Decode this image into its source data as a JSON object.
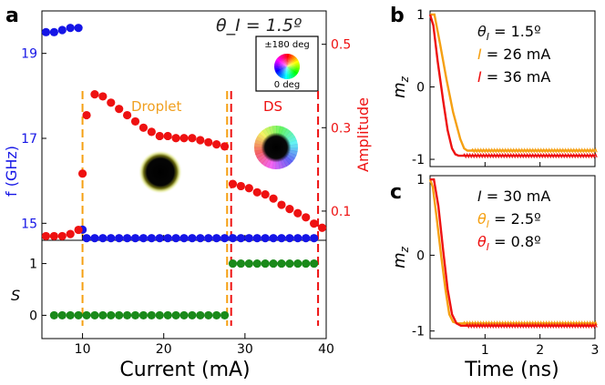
{
  "colors": {
    "blue": "#1515e6",
    "red": "#ee1111",
    "green": "#1a8a1a",
    "orange": "#f5a012",
    "droplet_label": "#f0a020",
    "ds_label": "#ee1111"
  },
  "chart_data": [
    {
      "id": "a",
      "type": "scatter",
      "panel_label": "a",
      "annotation_theta": "θ_I = 1.5º",
      "xlabel": "Current (mA)",
      "xlim": [
        5,
        40
      ],
      "xticks": [
        "10",
        "20",
        "30",
        "40"
      ],
      "left_axis": {
        "label": "f (GHz)",
        "ylim": [
          14.6,
          20.0
        ],
        "ticks": [
          "15",
          "17",
          "19"
        ]
      },
      "right_axis": {
        "label": "Amplitude",
        "ylim": [
          0.03,
          0.58
        ],
        "ticks": [
          "0.1",
          "0.3",
          "0.5"
        ]
      },
      "lower_axis": {
        "label": "S",
        "ylim": [
          -0.45,
          1.45
        ],
        "ticks": [
          "0",
          "1"
        ]
      },
      "inset_legend": {
        "top_label": "±180 deg",
        "bottom_label": "0 deg"
      },
      "region_labels": [
        "Droplet",
        "DS"
      ],
      "vlines": [
        {
          "x": 10,
          "color": "orange"
        },
        {
          "x": 27.8,
          "color": "orange"
        },
        {
          "x": 28.3,
          "color": "red"
        },
        {
          "x": 39,
          "color": "red"
        }
      ],
      "series": [
        {
          "axis": "left",
          "color": "blue",
          "x": [
            5.5,
            6.5,
            7.5,
            8.5,
            9.5,
            10,
            10.5,
            11.5,
            12.5,
            13.5,
            14.5,
            15.5,
            16.5,
            17.5,
            18.5,
            19.5,
            20.5,
            21.5,
            22.5,
            23.5,
            24.5,
            25.5,
            26.5,
            27.5,
            28.5,
            29.5,
            30.5,
            31.5,
            32.5,
            33.5,
            34.5,
            35.5,
            36.5,
            37.5,
            38.5
          ],
          "y": [
            19.5,
            19.5,
            19.55,
            19.6,
            19.6,
            14.85,
            14.65,
            14.65,
            14.65,
            14.65,
            14.65,
            14.65,
            14.65,
            14.65,
            14.65,
            14.65,
            14.65,
            14.65,
            14.65,
            14.65,
            14.65,
            14.65,
            14.65,
            14.65,
            14.65,
            14.65,
            14.65,
            14.65,
            14.65,
            14.65,
            14.65,
            14.65,
            14.65,
            14.65,
            14.65
          ]
        },
        {
          "axis": "right",
          "color": "red",
          "x": [
            5.5,
            6.5,
            7.5,
            8.5,
            9.5,
            10,
            10.5,
            11.5,
            12.5,
            13.5,
            14.5,
            15.5,
            16.5,
            17.5,
            18.5,
            19.5,
            20.5,
            21.5,
            22.5,
            23.5,
            24.5,
            25.5,
            26.5,
            27.5,
            28.5,
            29.5,
            30.5,
            31.5,
            32.5,
            33.5,
            34.5,
            35.5,
            36.5,
            37.5,
            38.5,
            39.5
          ],
          "y": [
            0.04,
            0.04,
            0.04,
            0.045,
            0.055,
            0.19,
            0.33,
            0.38,
            0.375,
            0.36,
            0.345,
            0.33,
            0.315,
            0.3,
            0.29,
            0.28,
            0.28,
            0.275,
            0.275,
            0.275,
            0.27,
            0.265,
            0.26,
            0.255,
            0.165,
            0.16,
            0.155,
            0.145,
            0.14,
            0.13,
            0.115,
            0.105,
            0.095,
            0.085,
            0.07,
            0.06
          ]
        },
        {
          "axis": "lower",
          "color": "green",
          "x": [
            6.5,
            7.5,
            8.5,
            9.5,
            10.5,
            11.5,
            12.5,
            13.5,
            14.5,
            15.5,
            16.5,
            17.5,
            18.5,
            19.5,
            20.5,
            21.5,
            22.5,
            23.5,
            24.5,
            25.5,
            26.5,
            27.5,
            28.5,
            29.5,
            30.5,
            31.5,
            32.5,
            33.5,
            34.5,
            35.5,
            36.5,
            37.5,
            38.5
          ],
          "y": [
            0,
            0,
            0,
            0,
            0,
            0,
            0,
            0,
            0,
            0,
            0,
            0,
            0,
            0,
            0,
            0,
            0,
            0,
            0,
            0,
            0,
            0,
            1,
            1,
            1,
            1,
            1,
            1,
            1,
            1,
            1,
            1,
            1
          ]
        }
      ]
    },
    {
      "id": "b",
      "type": "line",
      "panel_label": "b",
      "ylabel": "m_z",
      "xlim": [
        0,
        3
      ],
      "ylim": [
        -1.1,
        1.05
      ],
      "yticks": [
        "1",
        "0",
        "-1"
      ],
      "legend": [
        {
          "symbol": "θ_I",
          "text": " = 1.5º",
          "color": "#111111"
        },
        {
          "symbol": "I",
          "text": "  = 26 mA",
          "color": "orange"
        },
        {
          "symbol": "I",
          "text": "  = 36 mA",
          "color": "red"
        }
      ],
      "series": [
        {
          "color": "orange",
          "x": [
            0,
            0.08,
            0.18,
            0.3,
            0.42,
            0.55,
            0.62,
            0.68,
            0.75,
            1,
            2,
            3
          ],
          "y": [
            1,
            1,
            0.6,
            0.1,
            -0.35,
            -0.72,
            -0.85,
            -0.88,
            -0.88,
            -0.88,
            -0.88,
            -0.88
          ]
        },
        {
          "color": "red",
          "x": [
            0,
            0.06,
            0.14,
            0.24,
            0.32,
            0.4,
            0.46,
            0.52,
            0.6,
            1,
            2,
            3
          ],
          "y": [
            1,
            0.85,
            0.35,
            -0.2,
            -0.6,
            -0.85,
            -0.93,
            -0.95,
            -0.95,
            -0.95,
            -0.95,
            -0.95
          ]
        }
      ]
    },
    {
      "id": "c",
      "type": "line",
      "panel_label": "c",
      "ylabel": "m_z",
      "xlabel": "Time (ns)",
      "xlim": [
        0,
        3
      ],
      "ylim": [
        -1.1,
        1.05
      ],
      "xticks": [
        "1",
        "2",
        "3"
      ],
      "yticks": [
        "1",
        "0",
        "-1"
      ],
      "legend": [
        {
          "symbol": "I",
          "text": "  = 30 mA",
          "color": "#111111"
        },
        {
          "symbol": "θ_I",
          "text": " = 2.5º",
          "color": "orange"
        },
        {
          "symbol": "θ_I",
          "text": " = 0.8º",
          "color": "red"
        }
      ],
      "series": [
        {
          "color": "orange",
          "x": [
            0,
            0.05,
            0.12,
            0.2,
            0.28,
            0.35,
            0.42,
            0.5,
            0.6,
            1,
            2,
            3
          ],
          "y": [
            1,
            0.9,
            0.5,
            0,
            -0.45,
            -0.78,
            -0.88,
            -0.9,
            -0.9,
            -0.9,
            -0.9,
            -0.9
          ]
        },
        {
          "color": "red",
          "x": [
            0,
            0.07,
            0.15,
            0.24,
            0.32,
            0.4,
            0.48,
            0.56,
            0.65,
            1,
            2,
            3
          ],
          "y": [
            1,
            1,
            0.65,
            0.05,
            -0.45,
            -0.78,
            -0.9,
            -0.93,
            -0.93,
            -0.93,
            -0.93,
            -0.93
          ]
        }
      ]
    }
  ]
}
